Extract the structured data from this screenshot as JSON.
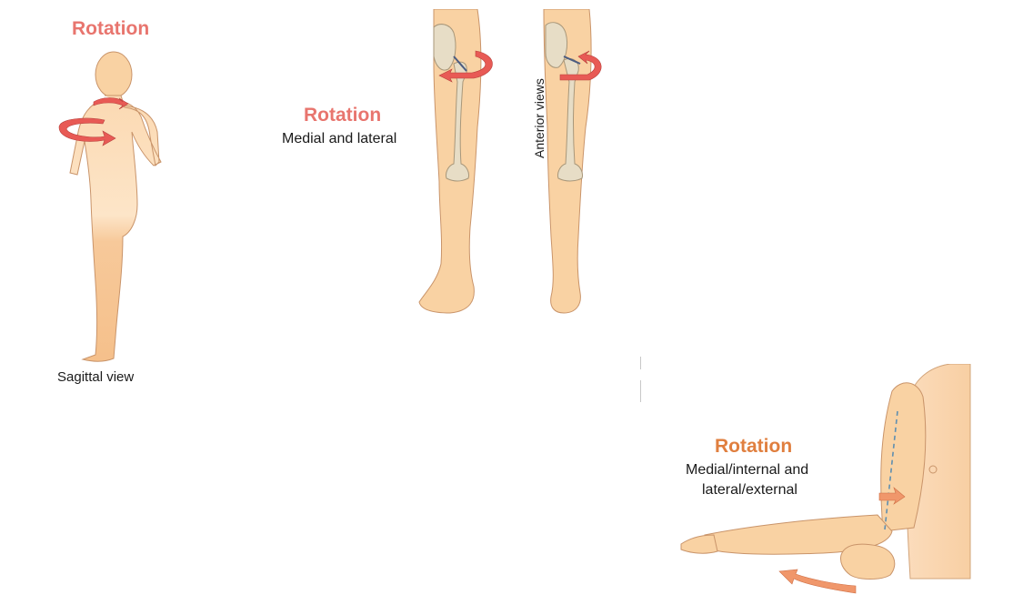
{
  "panels": {
    "trunk": {
      "title": "Rotation",
      "caption": "Sagittal view"
    },
    "hip": {
      "title": "Rotation",
      "subtitle": "Medial and lateral",
      "side_label": "Anterior views"
    },
    "shoulder": {
      "title": "Rotation",
      "subtitle_line1": "Medial/internal and",
      "subtitle_line2": "lateral/external"
    }
  },
  "colors": {
    "title_pink": "#e8756e",
    "title_orange": "#e07f3f",
    "skin": "#f9d2a3",
    "skin_outline": "#c9946a",
    "bone": "#e7ddc6",
    "bone_outline": "#a8977a",
    "arrow_red": "#e85a55",
    "arrow_orange": "#f0976b",
    "dash_blue": "#5f8fb0"
  },
  "icons": [
    "rotation-arrow-icon"
  ]
}
